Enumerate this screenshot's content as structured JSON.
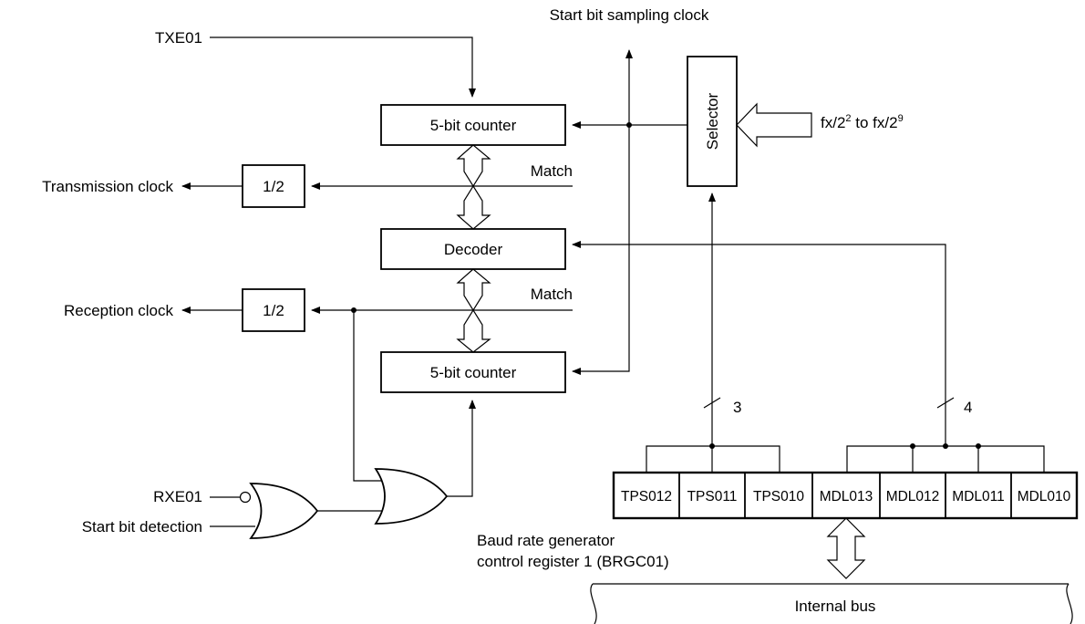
{
  "signals": {
    "txe": "TXE01",
    "start_sampling": "Start bit sampling clock",
    "transmission_clock": "Transmission clock",
    "reception_clock": "Reception clock",
    "rxe": "RXE01",
    "start_detection": "Start bit detection",
    "clock_source_base": "fx/2",
    "clock_source_exp1": "2",
    "clock_source_to": " to fx/2",
    "clock_source_exp2": "9"
  },
  "blocks": {
    "counter_top": "5-bit counter",
    "counter_bottom": "5-bit counter",
    "decoder": "Decoder",
    "selector": "Selector",
    "div_top": "1/2",
    "div_bottom": "1/2"
  },
  "labels": {
    "match_top": "Match",
    "match_bottom": "Match",
    "bus_width_tps": "3",
    "bus_width_mdl": "4",
    "register_line1": "Baud rate generator",
    "register_line2": "control register 1 (BRGC01)",
    "internal_bus": "Internal bus"
  },
  "register_bits": [
    "TPS012",
    "TPS011",
    "TPS010",
    "MDL013",
    "MDL012",
    "MDL011",
    "MDL010"
  ]
}
